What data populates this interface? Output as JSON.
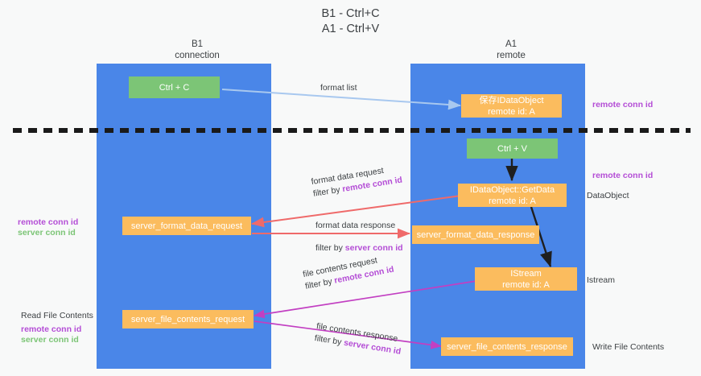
{
  "title": {
    "line1": "B1 - Ctrl+C",
    "line2": "A1 - Ctrl+V"
  },
  "columns": [
    {
      "name": "B1",
      "role": "connection"
    },
    {
      "name": "A1",
      "role": "remote"
    }
  ],
  "nodes": {
    "ctrl_c": {
      "label": "Ctrl + C"
    },
    "ctrl_v": {
      "label": "Ctrl + V"
    },
    "save_idataobject": {
      "line1": "保存IDataObject",
      "line2": "remote id: A"
    },
    "getdata": {
      "line1": "IDataObject::GetData",
      "line2": "remote id: A"
    },
    "istream": {
      "line1": "IStream",
      "line2": "remote id: A"
    },
    "server_format_data_request": {
      "label": "server_format_data_request"
    },
    "server_format_data_response": {
      "label": "server_format_data_response"
    },
    "server_file_contents_request": {
      "label": "server_file_contents_request"
    },
    "server_file_contents_response": {
      "label": "server_file_contents_response"
    }
  },
  "edges": {
    "format_list": {
      "label": "format list"
    },
    "format_data_request": {
      "line1": "format data request",
      "line2_prefix": "filter by ",
      "line2_key": "remote conn id"
    },
    "format_data_response": {
      "line1": "format data response",
      "line2_prefix": "filter by ",
      "line2_key": "server conn id"
    },
    "file_contents_request": {
      "line1": "file contents request",
      "line2_prefix": "filter by ",
      "line2_key": "remote conn id"
    },
    "file_contents_response": {
      "line1": "file contents response",
      "line2_prefix": "filter by ",
      "line2_key": "server conn id"
    }
  },
  "annotations": {
    "right_remote_conn_id_top": "remote conn id",
    "right_remote_conn_id_mid": "remote conn id",
    "right_dataobject": "DataObject",
    "right_istream": "Istream",
    "right_write_file_contents": "Write File Contents",
    "left_remote_conn_id": "remote conn id",
    "left_server_conn_id": "server conn id",
    "left_read_file_contents": "Read File Contents",
    "left_remote_conn_id_2": "remote conn id",
    "left_server_conn_id_2": "server conn id"
  },
  "colors": {
    "lane": "#4a86e8",
    "node_orange": "#fbbc5e",
    "node_green": "#7cc576",
    "accent_purple": "#b44dd6",
    "accent_green": "#7cc576",
    "arrow_blue": "#a8c8ef",
    "arrow_red": "#ef6a6a",
    "arrow_black": "#222222",
    "arrow_magenta": "#c23fc2",
    "divider": "#1a1a1a"
  }
}
